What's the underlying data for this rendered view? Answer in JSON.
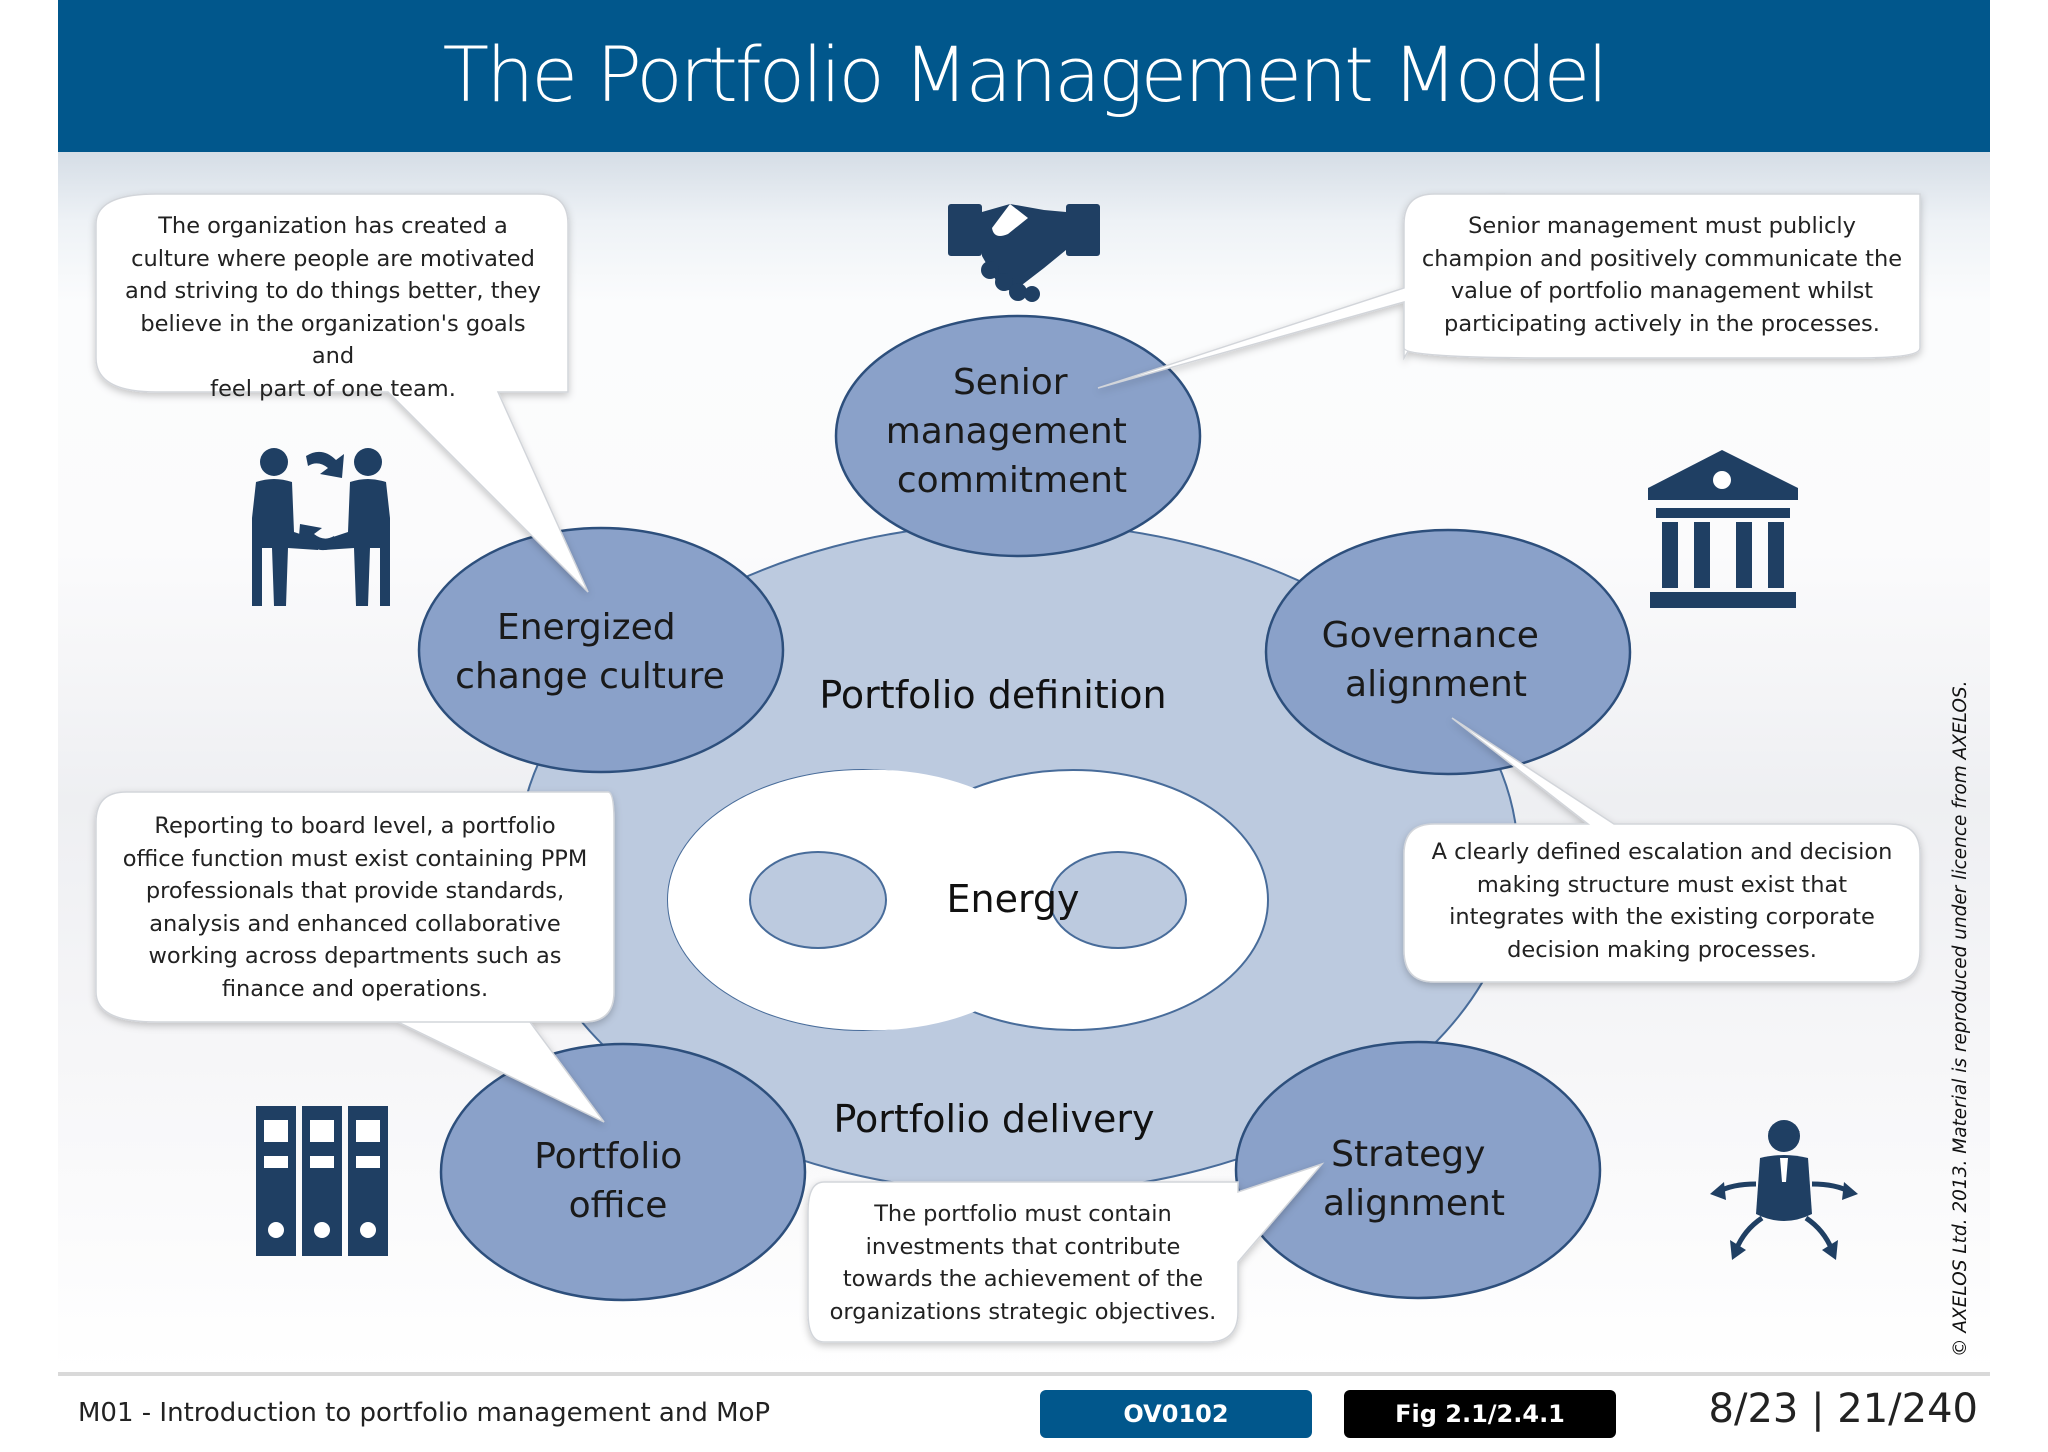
{
  "title": "The Portfolio Management Model",
  "colors": {
    "header_blue": "#01578c",
    "ellipse_fill": "#8aa1c9",
    "ellipse_border": "#2d4f7c",
    "big_ellipse": "#bccadf",
    "icon_navy": "#1f3f63"
  },
  "diagram": {
    "center": "Energy",
    "regions": {
      "top": "Portfolio definition",
      "bottom": "Portfolio delivery"
    },
    "nodes": {
      "senior": [
        "Senior",
        "management",
        "commitment"
      ],
      "energized": [
        "Energized",
        "change culture"
      ],
      "governance": [
        "Governance",
        "alignment"
      ],
      "office": [
        "Portfolio",
        "office"
      ],
      "strategy": [
        "Strategy",
        "alignment"
      ]
    }
  },
  "callouts": {
    "culture": "The organization has created a\nculture where people are motivated\nand striving to do things better, they\nbelieve in the organization's goals and\nfeel part of one team.",
    "senior": "Senior management must publicly\nchampion and positively communicate the\nvalue of portfolio management whilst\nparticipating actively in the processes.",
    "office": "Reporting to board level, a portfolio\noffice function must exist containing PPM\nprofessionals that provide standards,\nanalysis and enhanced collaborative\nworking across departments such as\nfinance and operations.",
    "governance": "A clearly defined escalation and decision\nmaking structure must exist that\nintegrates with the existing corporate\ndecision making processes.",
    "strategy": "The portfolio must contain\ninvestments that contribute\ntowards the achievement of the\norganizations strategic objectives."
  },
  "icons": [
    "handshake-icon",
    "people-exchange-icon",
    "bank-building-icon",
    "binders-icon",
    "businessman-arrows-icon"
  ],
  "copyright": "© AXELOS Ltd. 2013. Material is reproduced under licence from AXELOS.",
  "footer": {
    "module": "M01 - Introduction to portfolio management and MoP",
    "code": "OV0102",
    "figure": "Fig 2.1/2.4.1",
    "page": "8/23 | 21/240"
  }
}
